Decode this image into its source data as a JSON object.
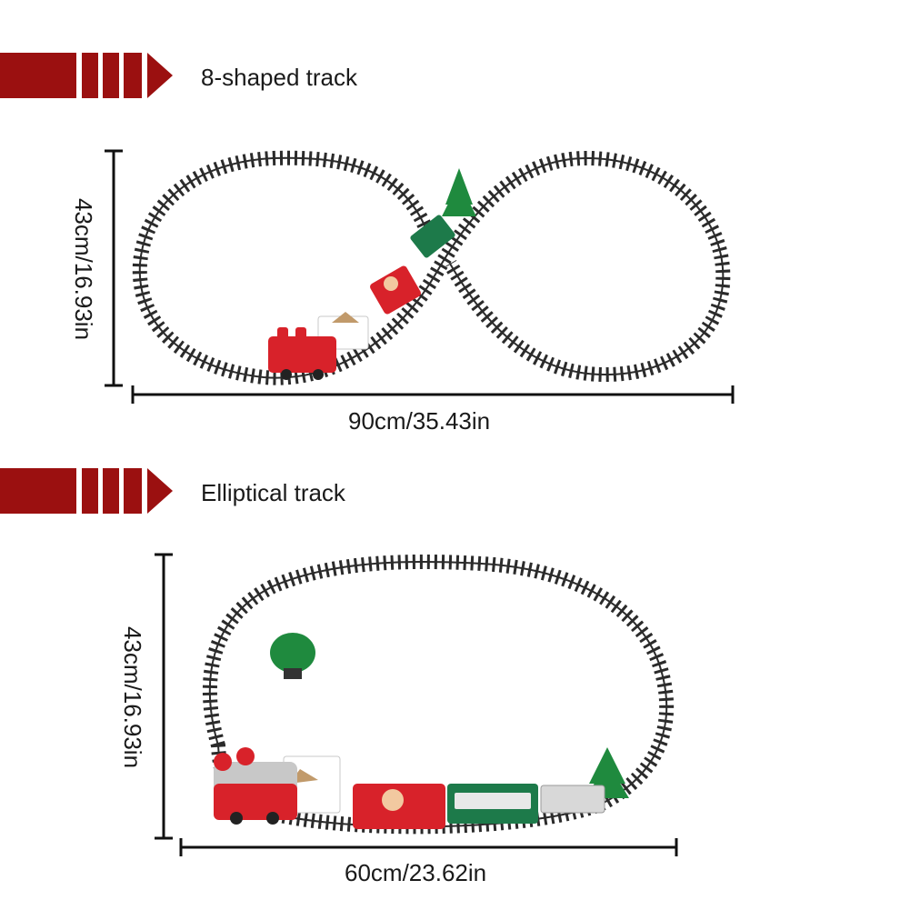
{
  "sections": [
    {
      "title": "8-shaped track",
      "height_label": "43cm/16.93in",
      "width_label": "90cm/35.43in"
    },
    {
      "title": "Elliptical track",
      "height_label": "43cm/16.93in",
      "width_label": "60cm/23.62in"
    }
  ],
  "colors": {
    "banner": "#9b1010",
    "track": "#2b2b2b",
    "train_red": "#d8222a",
    "train_green": "#1d7a4a",
    "tree": "#1f8a3e",
    "dimension_line": "#111111"
  }
}
